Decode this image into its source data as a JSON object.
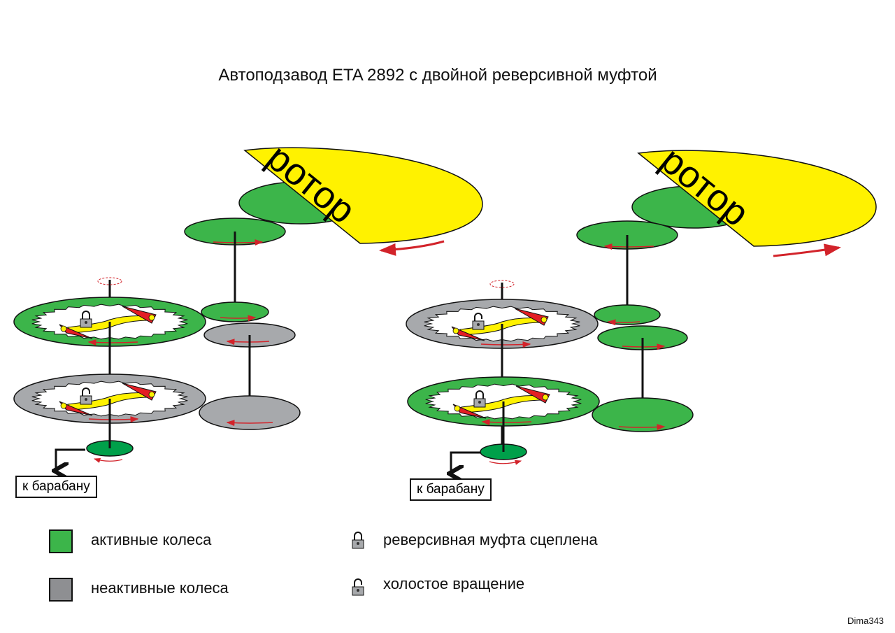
{
  "title": "Автоподзавод ETA 2892 с двойной реверсивной муфтой",
  "rotor_label": "ротор",
  "drum_label": "к барабану",
  "legend": {
    "active": "активные колеса",
    "inactive": "неактивные колеса",
    "locked": "реверсивная муфта сцеплена",
    "idle": "холостое вращение"
  },
  "credit": "Dima343",
  "colors": {
    "active": "#3cb54a",
    "active_dark": "#00a04a",
    "inactive": "#a7a9ac",
    "rotor": "#fff200",
    "arrow": "#d2232a",
    "pawl": "#e31e24"
  },
  "states": [
    {
      "rotor_direction": "counterclockwise",
      "upper_clutch": "active",
      "lower_clutch": "inactive",
      "upper_lock": "locked",
      "lower_lock": "unlocked"
    },
    {
      "rotor_direction": "clockwise",
      "upper_clutch": "inactive",
      "lower_clutch": "active",
      "upper_lock": "unlocked",
      "lower_lock": "locked"
    }
  ]
}
